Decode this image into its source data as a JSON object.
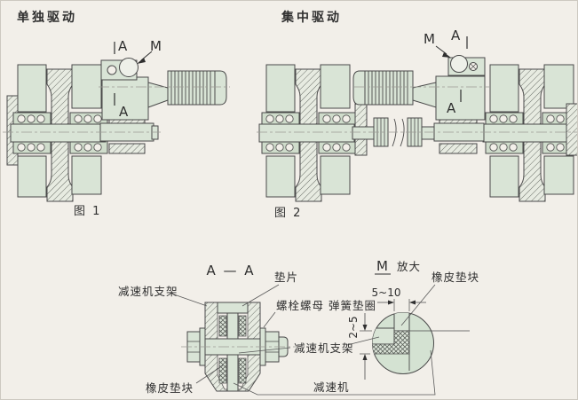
{
  "colors": {
    "background": "#f2efe9",
    "part_fill": "#d9e4d6",
    "part_fill_dark": "#cfdccb",
    "hatch_fill": "#e7ebe1",
    "rubber_fill": "#dfe7dc",
    "line": "#4a4a4a",
    "centerline": "#9a9a94"
  },
  "figure1": {
    "title": "单独驱动",
    "caption": "图 1",
    "marker_a_top": "A",
    "marker_m": "M",
    "marker_a_bottom": "A"
  },
  "figure2": {
    "title": "集中驱动",
    "caption": "图 2",
    "marker_m": "M",
    "marker_a_top": "A",
    "marker_a_bottom": "A"
  },
  "section_aa": {
    "title": "A — A",
    "labels": {
      "bracket_left": "减速机支架",
      "shim": "垫片",
      "bolt_nut_spring_washer": "螺栓螺母 弹簧垫圈",
      "bracket_mid": "减速机支架",
      "reducer": "减速机",
      "rubber_pad": "橡皮垫块"
    }
  },
  "detail_m": {
    "marker": "M",
    "title": "放大",
    "dim_width": "5~10",
    "dim_height": "2~5",
    "label_rubber_pad": "橡皮垫块"
  }
}
